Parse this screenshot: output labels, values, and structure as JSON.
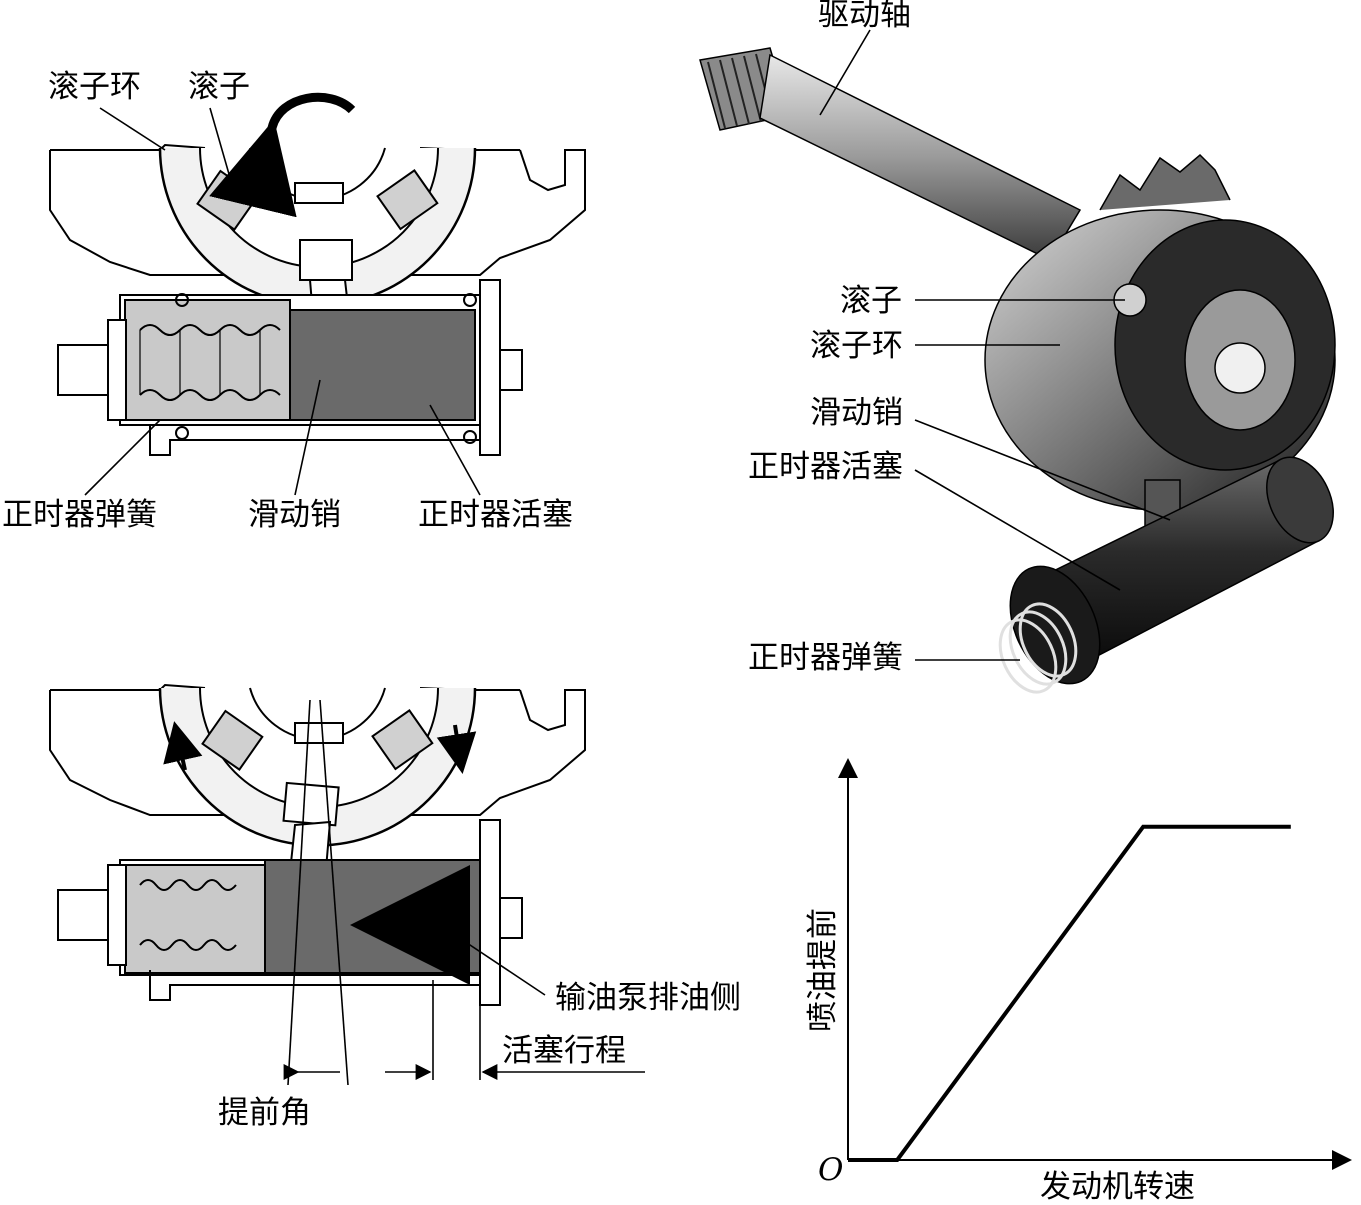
{
  "top_left": {
    "roller_ring": "滚子环",
    "roller": "滚子",
    "timer_spring": "正时器弹簧",
    "slide_pin": "滑动销",
    "timer_piston": "正时器活塞"
  },
  "bottom_left": {
    "pump_discharge_side": "输油泵排油侧",
    "piston_stroke": "活塞行程",
    "advance_angle": "提前角"
  },
  "top_right": {
    "drive_shaft": "驱动轴",
    "roller": "滚子",
    "roller_ring": "滚子环",
    "slide_pin": "滑动销",
    "timer_piston": "正时器活塞",
    "timer_spring": "正时器弹簧"
  },
  "chart": {
    "ylabel": "喷油提前",
    "xlabel": "发动机转速",
    "origin": "O"
  },
  "chart_data": {
    "type": "line",
    "title": "",
    "xlabel": "发动机转速",
    "ylabel": "喷油提前",
    "x": [
      0.0,
      0.1,
      0.6,
      0.9
    ],
    "series": [
      {
        "values": [
          0.0,
          0.0,
          1.0,
          1.0
        ]
      }
    ],
    "xlim": [
      0,
      1
    ],
    "ylim": [
      0,
      1.2
    ],
    "grid": false
  }
}
